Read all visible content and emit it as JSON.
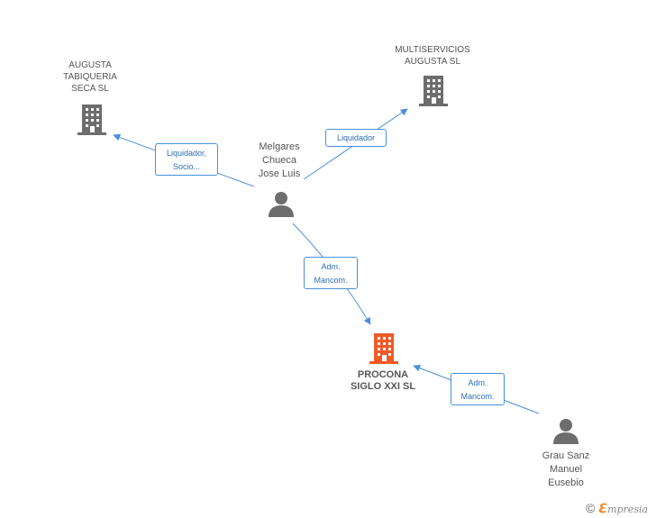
{
  "colors": {
    "edge": "#4a8fdc",
    "company_icon": "#6d6d6d",
    "main_company_icon": "#ef5a27",
    "person_icon": "#6d6d6d"
  },
  "nodes": {
    "augusta_tabiqueria": {
      "name": "AUGUSTA\nTABIQUERIA\nSECA SL",
      "icon": "building-icon"
    },
    "multiservicios": {
      "name": "MULTISERVICIOS\nAUGUSTA SL",
      "icon": "building-icon"
    },
    "procona": {
      "name": "PROCONA\nSIGLO XXI SL",
      "icon": "building-icon"
    },
    "melgares": {
      "name": "Melgares\nChueca\nJose Luis",
      "icon": "person-icon"
    },
    "grau": {
      "name": "Grau Sanz\nManuel\nEusebio",
      "icon": "person-icon"
    }
  },
  "edges": {
    "melgares_augusta": "Liquidador,\nSocio...",
    "melgares_multiservicios": "Liquidador",
    "melgares_procona": "Adm.\nMancom.",
    "grau_procona": "Adm.\nMancom."
  },
  "footer": {
    "copyright": "©",
    "brand_initial": "ℇ",
    "brand_rest": "mpresia"
  }
}
